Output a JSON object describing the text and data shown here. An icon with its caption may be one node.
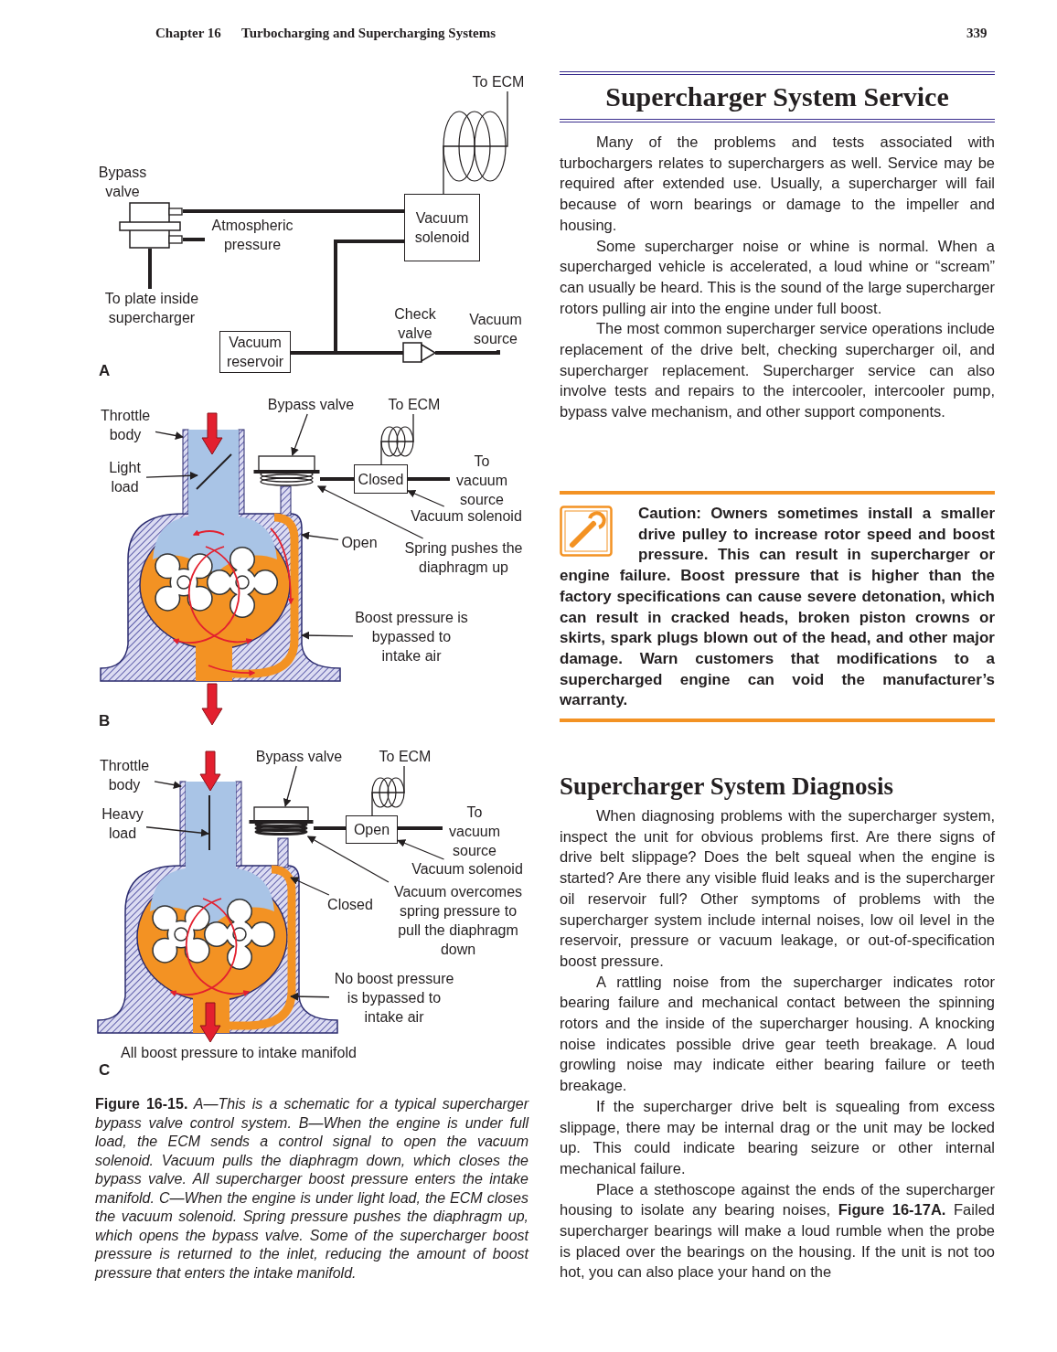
{
  "diagram": {
    "caption": "**Figure 16-15.** A—This is a schematic for a typical supercharger bypass valve control system. B—When the engine is under full load, the ECM sends a control signal to open the vacuum solenoid. Vacuum pulls the diaphragm down, which closes the bypass valve. All supercharger boost pressure enters the intake manifold. C—When the engine is under light load, the ECM closes the vacuum solenoid. Spring pressure pushes the diaphragm up, which opens the bypass valve. Some of the supercharger boost pressure is returned to the inlet, reducing the amount of boost pressure that enters the intake manifold.",
    "nodes": [
      {
        "text": [
          "Bypass valve"
        ]
      },
      {
        "text": [
          "Atmospheric pressure"
        ]
      },
      {
        "text": [
          "Vacuum solenoid"
        ]
      },
      {
        "text": [
          "To ECM"
        ]
      },
      {
        "text": [
          "To plate inside supercharger"
        ]
      },
      {
        "text": [
          "Vacuum reservoir"
        ]
      },
      {
        "text": [
          "Check valve"
        ]
      },
      {
        "text": [
          "Throttle body"
        ]
      },
      {
        "text": [
          "Light load"
        ]
      },
      {
        "text": [
          "Bypass valve"
        ]
      },
      {
        "text": [
          "To ECM"
        ]
      },
      {
        "text": [],
        "shape": "picture"
      },
      {
        "text": [
          "Closed"
        ]
      },
      {
        "text": [
          "To vacuum source"
        ]
      },
      {
        "text": [
          "Vacuum solenoid"
        ]
      },
      {
        "text": [
          "Open"
        ]
      },
      {
        "text": [
          "Spring pushes the diaphragm up"
        ]
      },
      {
        "text": [
          "Boost pressure is bypassed to intake air"
        ]
      },
      {
        "text": [
          "Throttle body"
        ]
      },
      {
        "text": [
          "Heavy load"
        ]
      },
      {
        "text": [
          "Bypass valve"
        ]
      },
      {
        "text": [
          "To ECM"
        ]
      },
      {
        "text": [],
        "shape": "picture"
      },
      {
        "text": [
          "Open"
        ]
      },
      {
        "text": [
          "To vacuum source"
        ]
      },
      {
        "text": [
          "Vacuum solenoid"
        ]
      },
      {
        "text": [
          "Closed"
        ]
      },
      {
        "text": [
          "Vacuum overcomes spring pressure to pull the diaphragm down"
        ]
      },
      {
        "text": [
          "No boost pressure is bypassed to intake air"
        ]
      },
      {
        "text": [
          "Vacuum source"
        ]
      }
    ],
    "edges": [
      {
        "from": 0,
        "to": 2,
        "arrow": "none",
        "style": "thick"
      },
      {
        "from": 0,
        "to": 1,
        "arrow": "none",
        "style": "thick"
      },
      {
        "from": 0,
        "to": 4,
        "arrow": "none",
        "style": "thick"
      },
      {
        "from": 2,
        "to": 3,
        "arrow": "none"
      },
      {
        "from": 2,
        "to": 5,
        "arrow": "none",
        "style": "thick"
      },
      {
        "from": 5,
        "to": 6,
        "arrow": "none",
        "style": "thick"
      },
      {
        "from": 6,
        "to": 29,
        "arrow": "none",
        "style": "thick"
      },
      {
        "from": 7,
        "to": null,
        "arrow": "to"
      },
      {
        "from": 8,
        "to": null,
        "arrow": "to"
      },
      {
        "from": 9,
        "to": 11,
        "arrow": "to"
      },
      {
        "from": 11,
        "to": 12,
        "arrow": "none",
        "style": "thick"
      },
      {
        "from": 12,
        "to": 10,
        "arrow": "none"
      },
      {
        "from": 12,
        "to": 13,
        "arrow": "none",
        "style": "thick"
      },
      {
        "from": 14,
        "to": 12,
        "arrow": "to"
      },
      {
        "from": 15,
        "to": null,
        "arrow": "to"
      },
      {
        "from": 16,
        "to": 11,
        "arrow": "to"
      },
      {
        "from": 17,
        "to": null,
        "arrow": "to"
      },
      {
        "from": 18,
        "to": null,
        "arrow": "to"
      },
      {
        "from": 19,
        "to": null,
        "arrow": "to"
      },
      {
        "from": 20,
        "to": 22,
        "arrow": "to"
      },
      {
        "from": 22,
        "to": 23,
        "arrow": "none",
        "style": "thick"
      },
      {
        "from": 23,
        "to": 21,
        "arrow": "none"
      },
      {
        "from": 23,
        "to": 24,
        "arrow": "none",
        "style": "thick"
      },
      {
        "from": 25,
        "to": 23,
        "arrow": "to"
      },
      {
        "from": 26,
        "to": null,
        "arrow": "to"
      },
      {
        "from": 27,
        "to": 22,
        "arrow": "to"
      },
      {
        "from": 28,
        "to": null,
        "arrow": "to"
      }
    ],
    "labels": [
      "Chapter 16",
      "Turbocharging and Supercharging Systems",
      "339",
      "A",
      "B",
      "All boost pressure to intake manifold",
      "C",
      "Supercharger System Service",
      "Many of the problems and tests associated with turbochargers relates to superchargers as well. Service may be required after extended use. Usually, a supercharger will fail because of worn bearings or damage to the impeller and housing.",
      "Some supercharger noise or whine is normal. When a supercharged vehicle is accelerated, a loud whine or “scream” can usually be heard. This is the sound of the large supercharger rotors pulling air into the engine under full boost.",
      "The most common supercharger service operations include replacement of the drive belt, checking supercharger oil, and supercharger replacement. Supercharger service can also involve tests and repairs to the intercooler, intercooler pump, bypass valve mechanism, and other support components.",
      "Caution: Owners sometimes install a smaller drive pulley to increase rotor speed and boost pressure. This can result in supercharger or engine failure. Boost pressure that is higher than the factory specifications can cause severe detonation, which can result in cracked heads, broken piston crowns or skirts, spark plugs blown out of the head, and other major damage. Warn customers that modifications to a supercharged engine can void the manufacturer’s warranty.",
      "Supercharger System Diagnosis",
      "When diagnosing problems with the supercharger system, inspect the unit for obvious problems first. Are there signs of drive belt slippage? Does the belt squeal when the engine is started? Are there any visible fluid leaks and is the supercharger oil reservoir full? Other symptoms of problems with the supercharger system include internal noises, low oil level in the reservoir, pressure or vacuum leakage, or out-of-specification boost pressure.",
      "A rattling noise from the supercharger indicates rotor bearing failure and mechanical contact between the spinning rotors and the inside of the supercharger housing. A knocking noise indicates possible drive gear teeth breakage. A loud growling noise may indicate either bearing failure or teeth breakage.",
      "If the supercharger drive belt is squealing from excess slippage, there may be internal drag or the unit may be locked up. This could indicate bearing seizure or other internal mechanical failure.",
      "Place a stethoscope against the ends of the supercharger housing to isolate any bearing noises, **Figure 16-17A.** Failed supercharger bearings will make a loud rumble when the probe is placed over the bearings on the housing. If the unit is not too hot, you can also place your hand on the"
    ]
  }
}
